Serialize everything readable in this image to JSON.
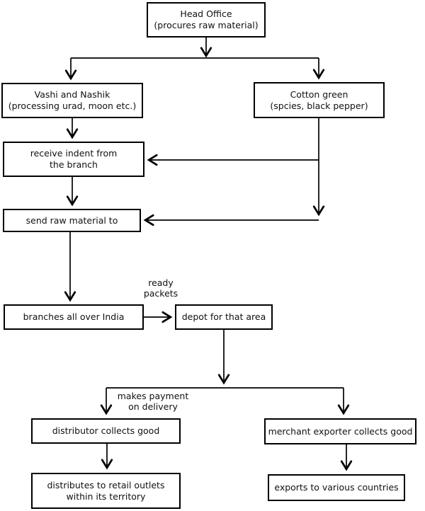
{
  "colors": {
    "line": "#000000",
    "box_border": "#000000",
    "box_background": "#ffffff",
    "text": "#111111",
    "page_background": "#ffffff"
  },
  "diagram": {
    "type": "flowchart",
    "nodes": {
      "head_office": "Head Office\n(procures raw material)",
      "vashi": "Vashi and Nashik\n(processing urad, moon etc.)",
      "cotton": "Cotton green\n(spcies, black pepper)",
      "receive_indent": "receive indent from\nthe branch",
      "send_raw": "send raw material to",
      "branches": "branches all over India",
      "depot": "depot for that area",
      "distributor": "distributor collects good",
      "merchant": "merchant exporter collects good",
      "retail": "distributes to retail outlets\nwithin its territory",
      "exports": "exports to various countries"
    },
    "edge_labels": {
      "ready_packets": "ready\npackets",
      "makes_payment": "makes payment\non delivery"
    }
  }
}
